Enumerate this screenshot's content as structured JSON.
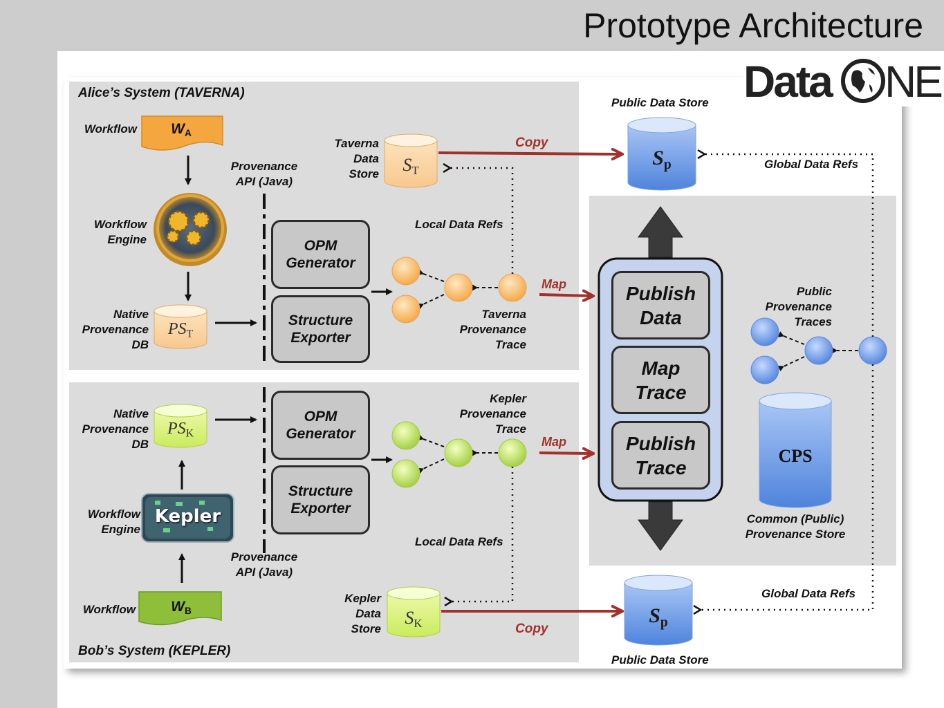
{
  "slide": {
    "title": "Prototype Architecture",
    "logo_text": "DataONE",
    "logo_left": "Data",
    "logo_right": "NE"
  },
  "alice": {
    "system_title": "Alice’s System (TAVERNA)",
    "workflow_label": "Workflow",
    "workflow_var": "W",
    "workflow_sub": "A",
    "engine_label": [
      "Workflow",
      "Engine"
    ],
    "prov_db_label": [
      "Native",
      "Provenance",
      "DB"
    ],
    "prov_db_var": "PS",
    "prov_db_sub": "T",
    "api_label": [
      "Provenance",
      "API (Java)"
    ],
    "opm_generator": [
      "OPM",
      "Generator"
    ],
    "structure_exporter": [
      "Structure",
      "Exporter"
    ],
    "store_label": [
      "Taverna",
      "Data",
      "Store"
    ],
    "store_var": "S",
    "store_sub": "T",
    "local_refs": "Local Data Refs",
    "trace_label": [
      "Taverna",
      "Provenance",
      "Trace"
    ]
  },
  "bob": {
    "system_title": "Bob’s System (KEPLER)",
    "workflow_label": "Workflow",
    "workflow_var": "W",
    "workflow_sub": "B",
    "engine_label": [
      "Workflow",
      "Engine"
    ],
    "engine_logo": "Kepler",
    "prov_db_label": [
      "Native",
      "Provenance",
      "DB"
    ],
    "prov_db_var": "PS",
    "prov_db_sub": "K",
    "api_label": [
      "Provenance",
      "API (Java)"
    ],
    "opm_generator": [
      "OPM",
      "Generator"
    ],
    "structure_exporter": [
      "Structure",
      "Exporter"
    ],
    "store_label": [
      "Kepler",
      "Data",
      "Store"
    ],
    "store_var": "S",
    "store_sub": "K",
    "local_refs": "Local Data Refs",
    "trace_label": [
      "Kepler",
      "Provenance",
      "Trace"
    ]
  },
  "public": {
    "store_top_label": "Public Data Store",
    "store_bottom_label": "Public Data Store",
    "store_var": "S",
    "store_sub": "p",
    "global_refs_top": "Global Data Refs",
    "global_refs_bottom": "Global Data Refs",
    "copy_top": "Copy",
    "copy_bottom": "Copy",
    "map_top": "Map",
    "map_bottom": "Map",
    "publish_data": [
      "Publish",
      "Data"
    ],
    "map_trace": [
      "Map",
      "Trace"
    ],
    "publish_trace": [
      "Publish",
      "Trace"
    ],
    "traces_label": [
      "Public",
      "Provenance",
      "Traces"
    ],
    "cps": "CPS",
    "cps_label": [
      "Common (Public)",
      "Provenance Store"
    ]
  },
  "colors": {
    "taverna_orange": "#f4a63f",
    "kepler_green": "#9fcc3b",
    "public_blue": "#4f83dc",
    "arrow_red": "#a0322e",
    "panel_gray": "#dcdcdc"
  }
}
